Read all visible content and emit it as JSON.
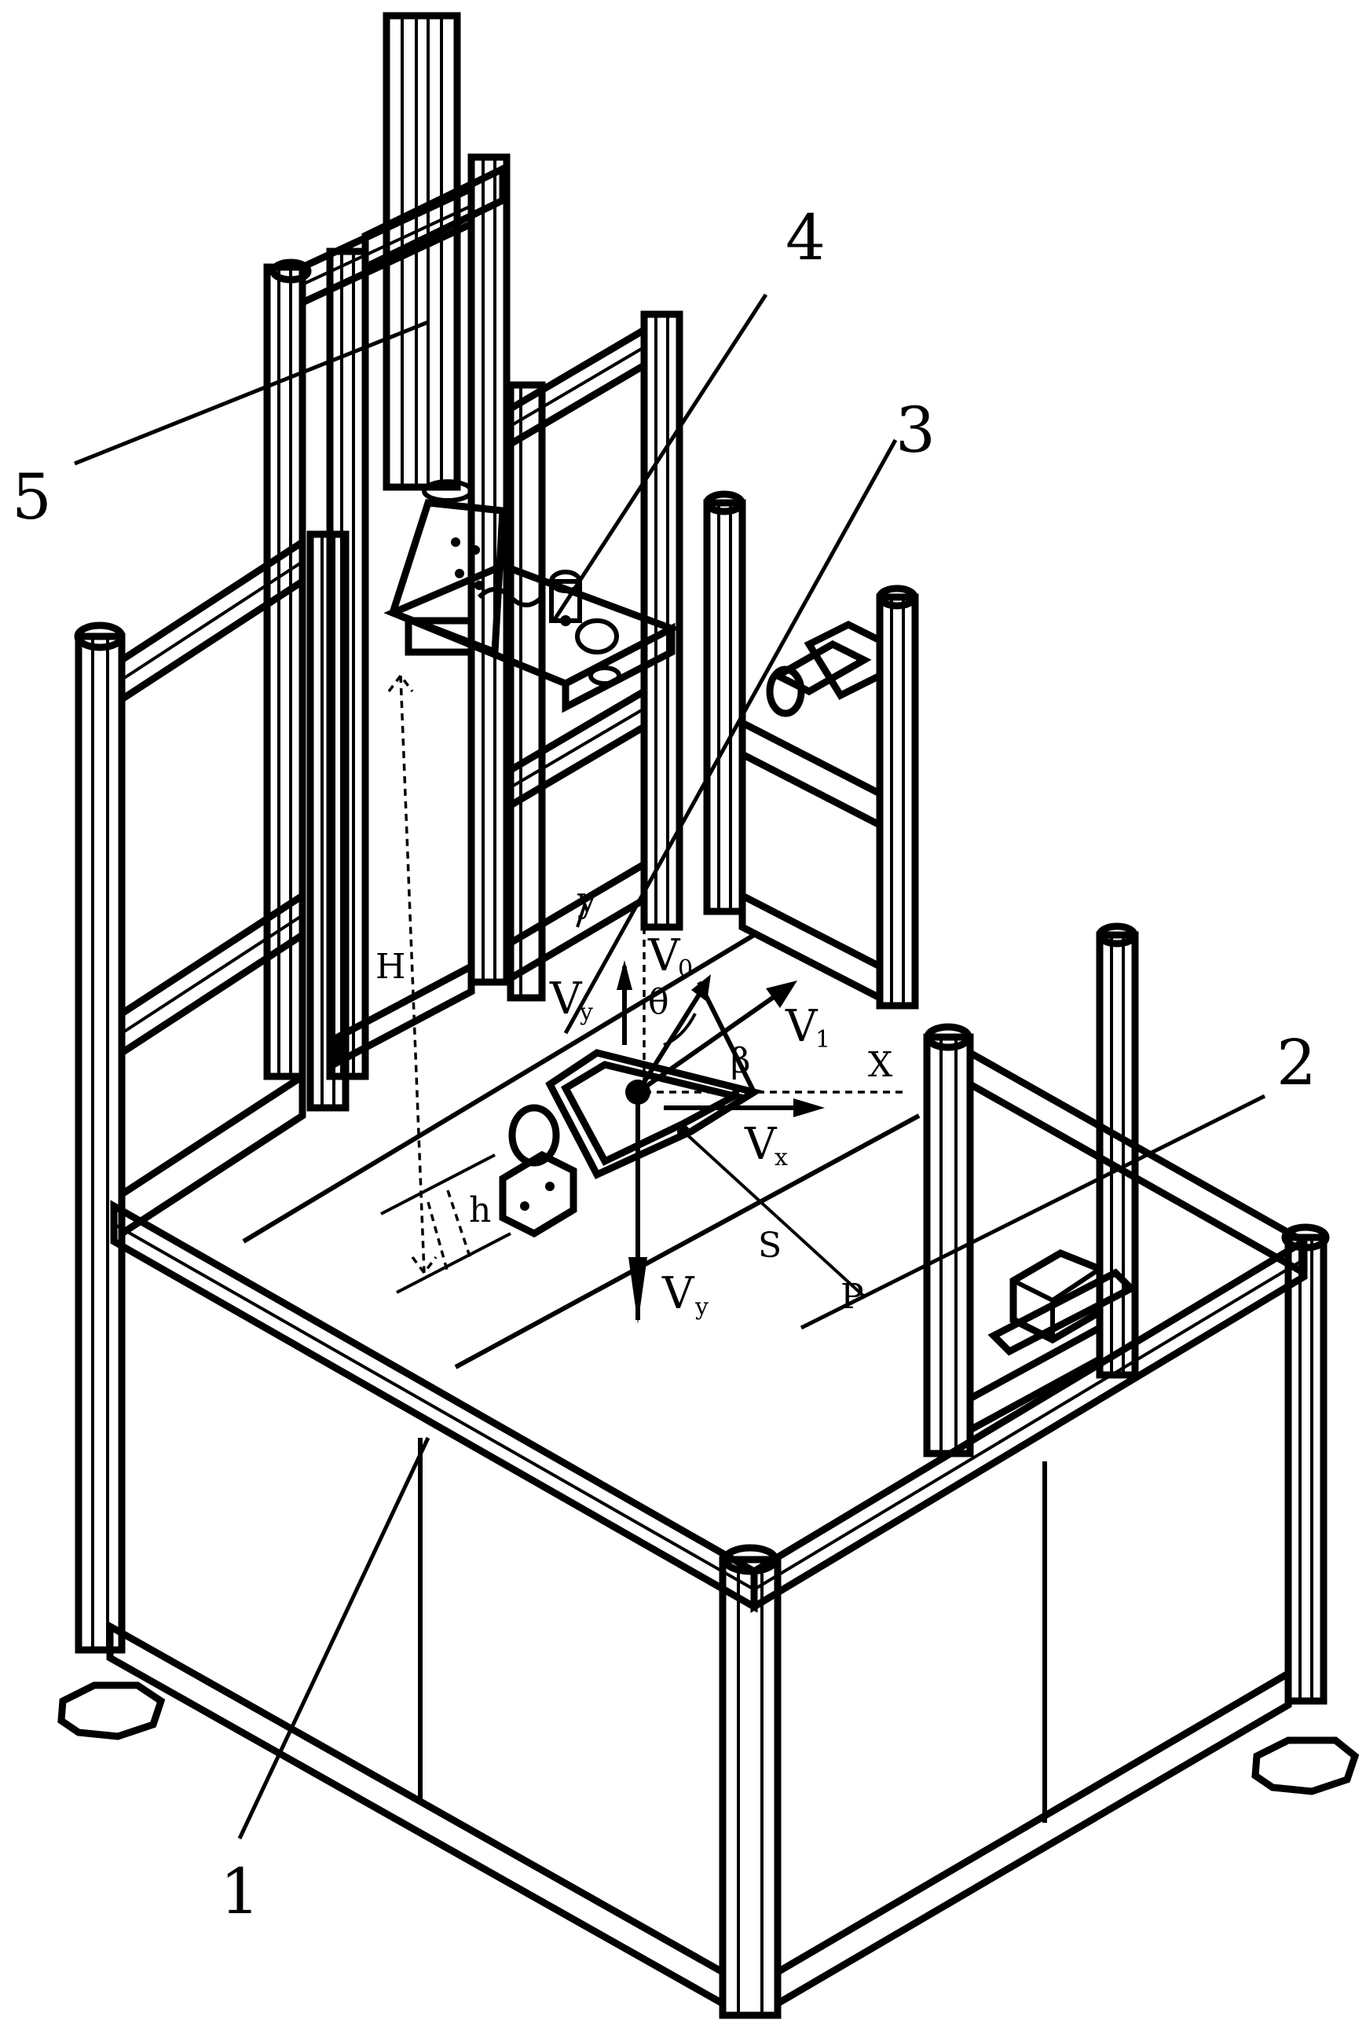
{
  "figure": {
    "reference_labels": [
      {
        "key": "1",
        "text": "1"
      },
      {
        "key": "2",
        "text": "2"
      },
      {
        "key": "3",
        "text": "3"
      },
      {
        "key": "4",
        "text": "4"
      },
      {
        "key": "5",
        "text": "5"
      }
    ],
    "symbols": {
      "H": "H",
      "h": "h",
      "V0": "V",
      "V0_sub": "0",
      "V1": "V",
      "V1_sub": "1",
      "Vy_upper": "V",
      "Vy_upper_sub": "y",
      "Vy_lower": "V",
      "Vy_lower_sub": "y",
      "Vx": "V",
      "Vx_sub": "x",
      "X": "X",
      "S": "S",
      "P": "P",
      "theta": "θ",
      "beta": "β",
      "y": "y"
    }
  }
}
